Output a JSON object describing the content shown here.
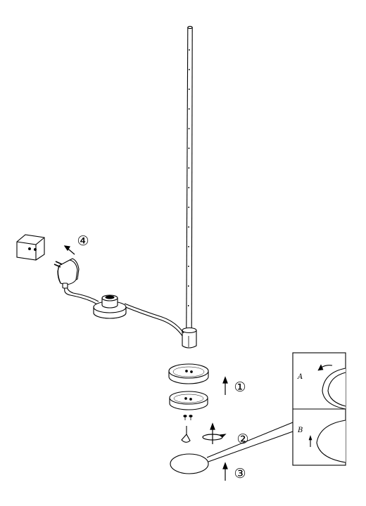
{
  "steps": [
    {
      "marker": "①"
    },
    {
      "marker": "②"
    },
    {
      "marker": "③"
    },
    {
      "marker": "④"
    }
  ],
  "details": {
    "a_label": "A",
    "b_label": "B"
  },
  "colors": {
    "line": "#000000",
    "background": "#ffffff"
  }
}
